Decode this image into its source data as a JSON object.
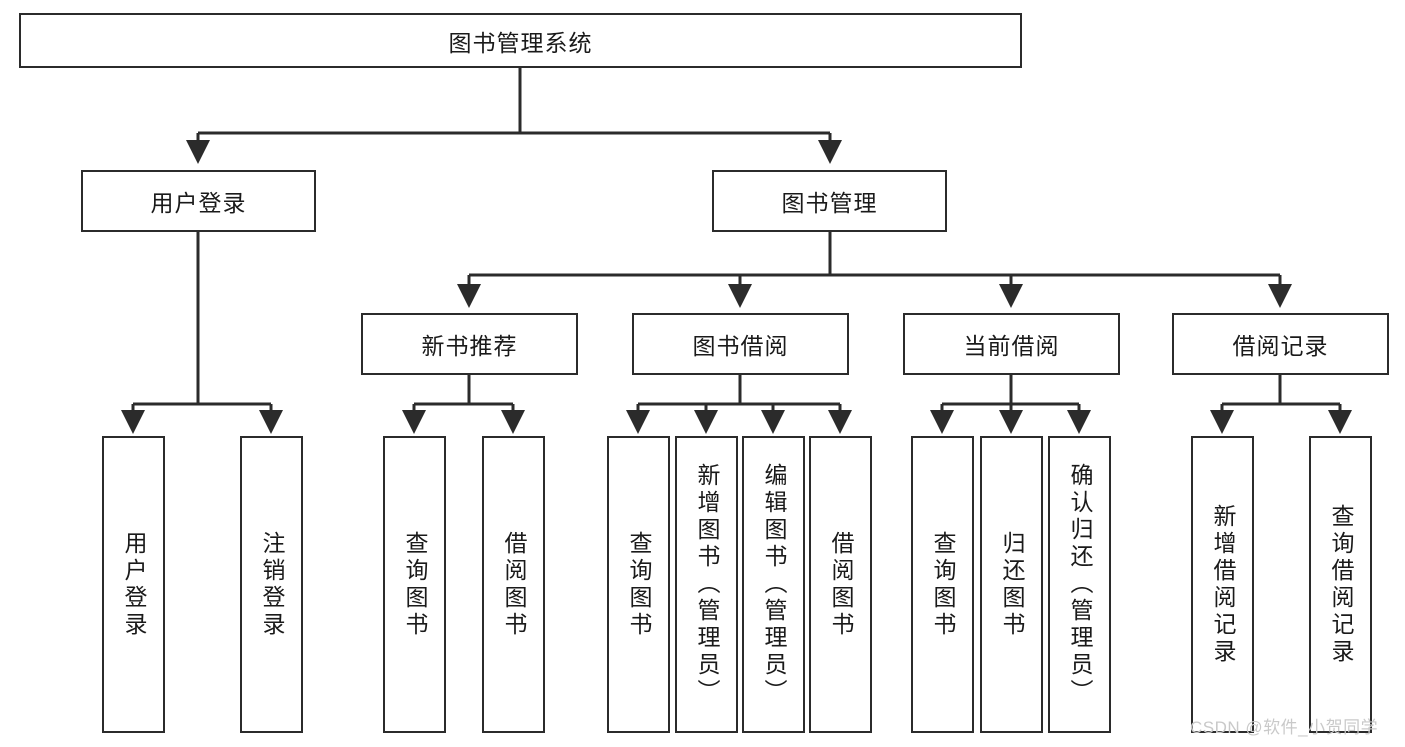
{
  "diagram": {
    "title": "图书管理系统",
    "type": "tree-hierarchy",
    "orientation": "top-down",
    "style": {
      "box_border_color": "#2b2b2b",
      "box_fill_color": "#ffffff",
      "connector_color": "#2b2b2b",
      "background_color": "#ffffff",
      "text_color": "#1a1a1a"
    },
    "root": {
      "label": "图书管理系统"
    },
    "level2": [
      {
        "label": "用户登录"
      },
      {
        "label": "图书管理"
      }
    ],
    "level3": [
      {
        "label": "新书推荐"
      },
      {
        "label": "图书借阅"
      },
      {
        "label": "当前借阅"
      },
      {
        "label": "借阅记录"
      }
    ],
    "leaves": {
      "user_login": [
        {
          "label": "用户登录"
        },
        {
          "label": "注销登录"
        }
      ],
      "new_book_recommend": [
        {
          "label": "查询图书"
        },
        {
          "label": "借阅图书"
        }
      ],
      "book_borrow": [
        {
          "label": "查询图书"
        },
        {
          "label": "新增图书（管理员）"
        },
        {
          "label": "编辑图书（管理员）"
        },
        {
          "label": "借阅图书"
        }
      ],
      "current_borrow": [
        {
          "label": "查询图书"
        },
        {
          "label": "归还图书"
        },
        {
          "label": "确认归还（管理员）"
        }
      ],
      "borrow_record": [
        {
          "label": "新增借阅记录"
        },
        {
          "label": "查询借阅记录"
        }
      ]
    }
  },
  "watermark": {
    "text": "CSDN @软件_小贺同学"
  }
}
